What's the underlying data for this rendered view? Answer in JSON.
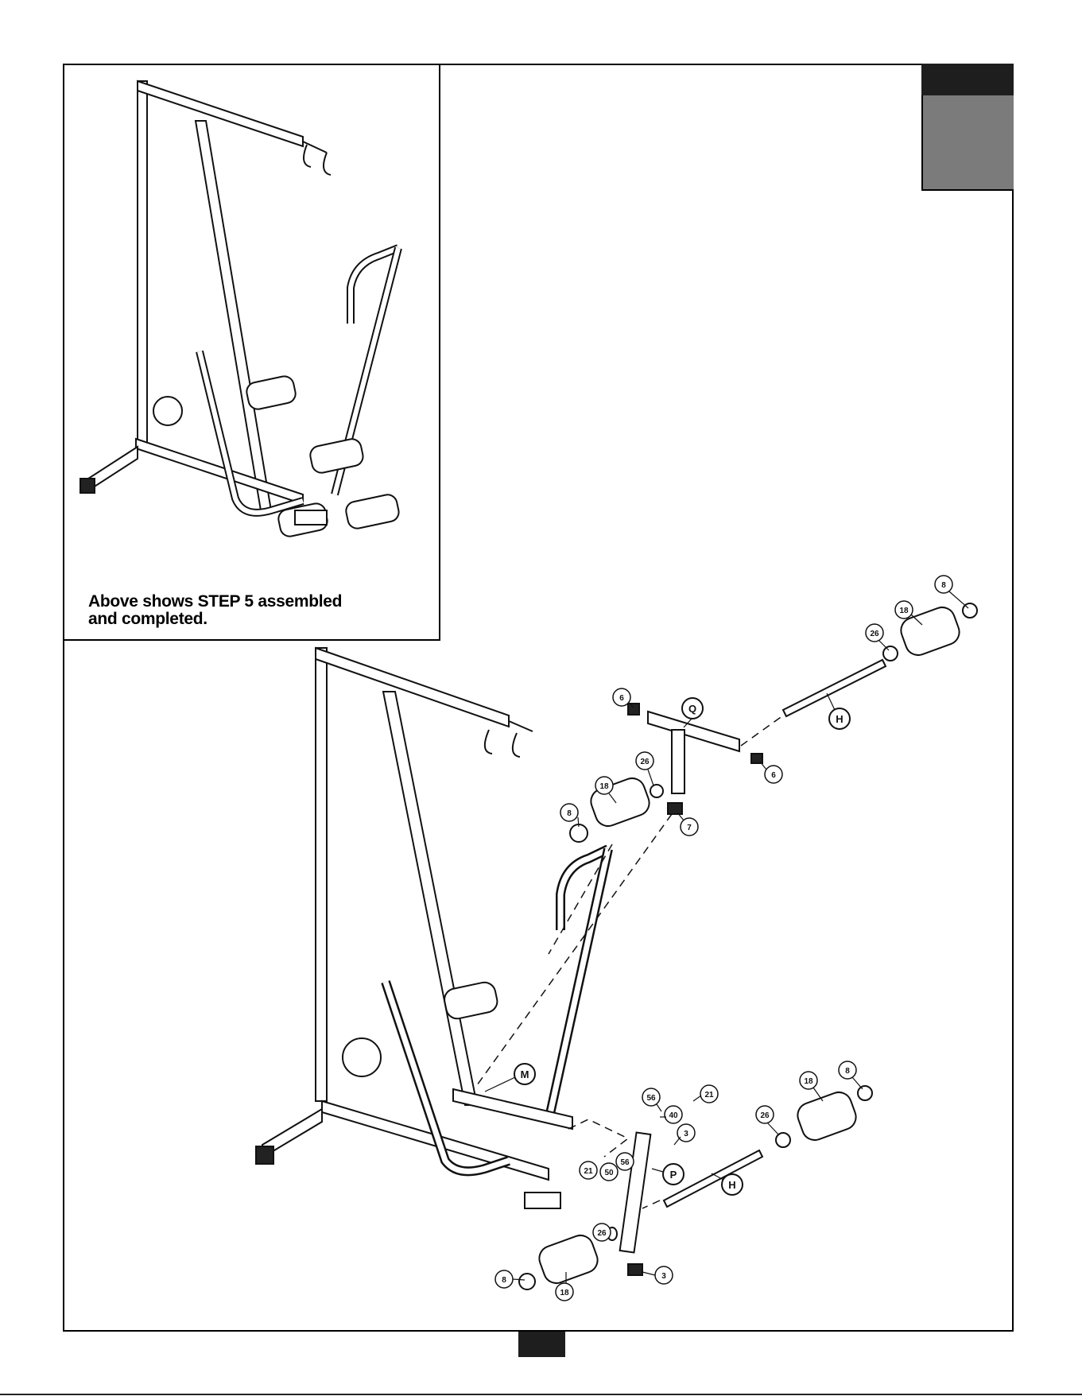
{
  "inset": {
    "caption_line1": "Above shows STEP 5 assembled",
    "caption_line2": "and completed."
  },
  "callouts": {
    "letters": [
      "Q",
      "H",
      "M",
      "P",
      "H"
    ],
    "numbers": [
      "8",
      "18",
      "26",
      "6",
      "6",
      "26",
      "18",
      "8",
      "7",
      "56",
      "21",
      "40",
      "3",
      "21",
      "50",
      "56",
      "8",
      "18",
      "26",
      "26",
      "8",
      "18",
      "3"
    ]
  }
}
